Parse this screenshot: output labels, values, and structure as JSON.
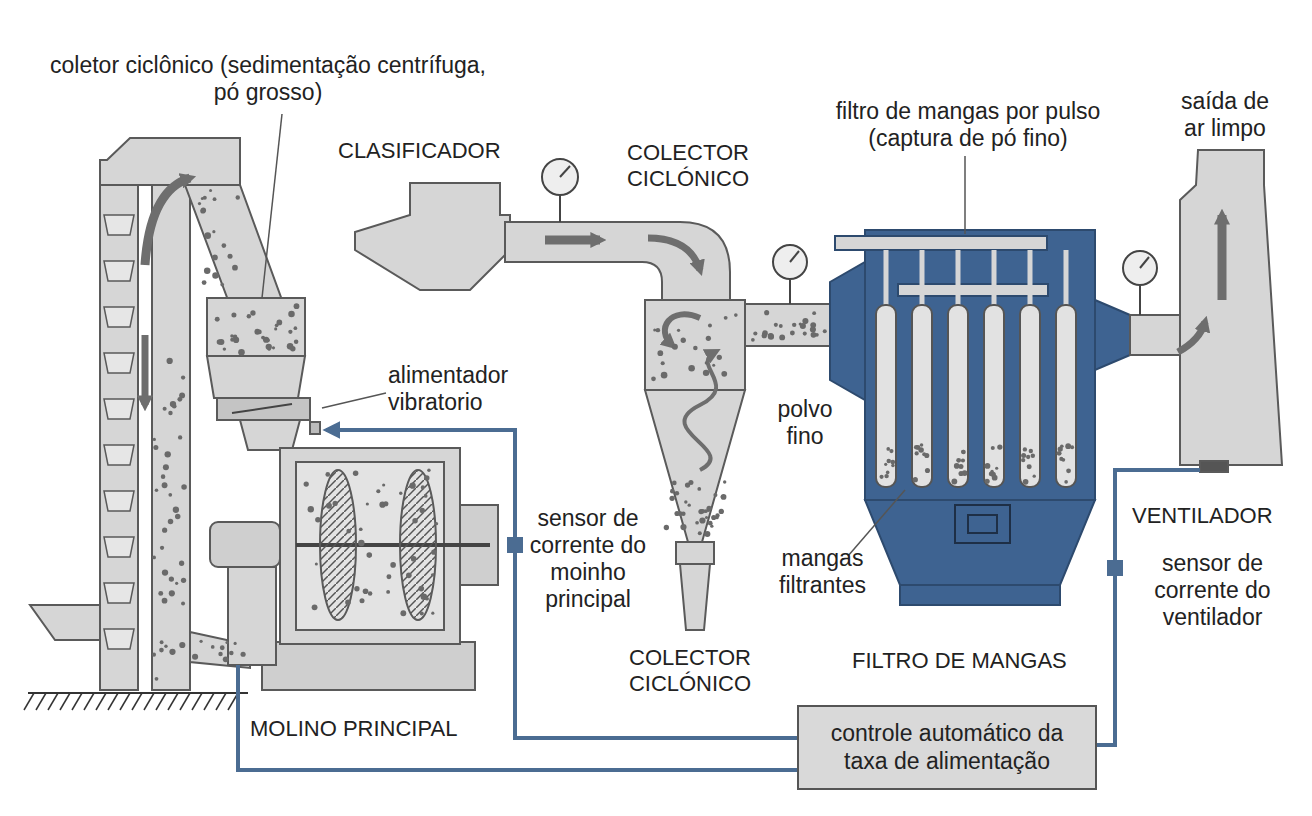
{
  "diagram": {
    "nodes": [
      {
        "text": [
          "controle automático da taxa de alimentação"
        ]
      }
    ],
    "labels": [
      "coletor ciclônico (sedimentação centrífuga, pó grosso)",
      "CLASIFICADOR",
      "COLECTOR CICLÓNICO",
      "filtro de mangas por pulso (captura de pó fino)",
      "saída de ar limpo",
      "alimentador vibratorio",
      "polvo fino",
      "sensor de corrente do moinho principal",
      "VENTILADOR",
      "sensor de corrente do ventilador",
      "mangas filtrantes",
      "MOLINO PRINCIPAL",
      "COLECTOR CICLÓNICO",
      "FILTRO DE MANGAS"
    ]
  }
}
